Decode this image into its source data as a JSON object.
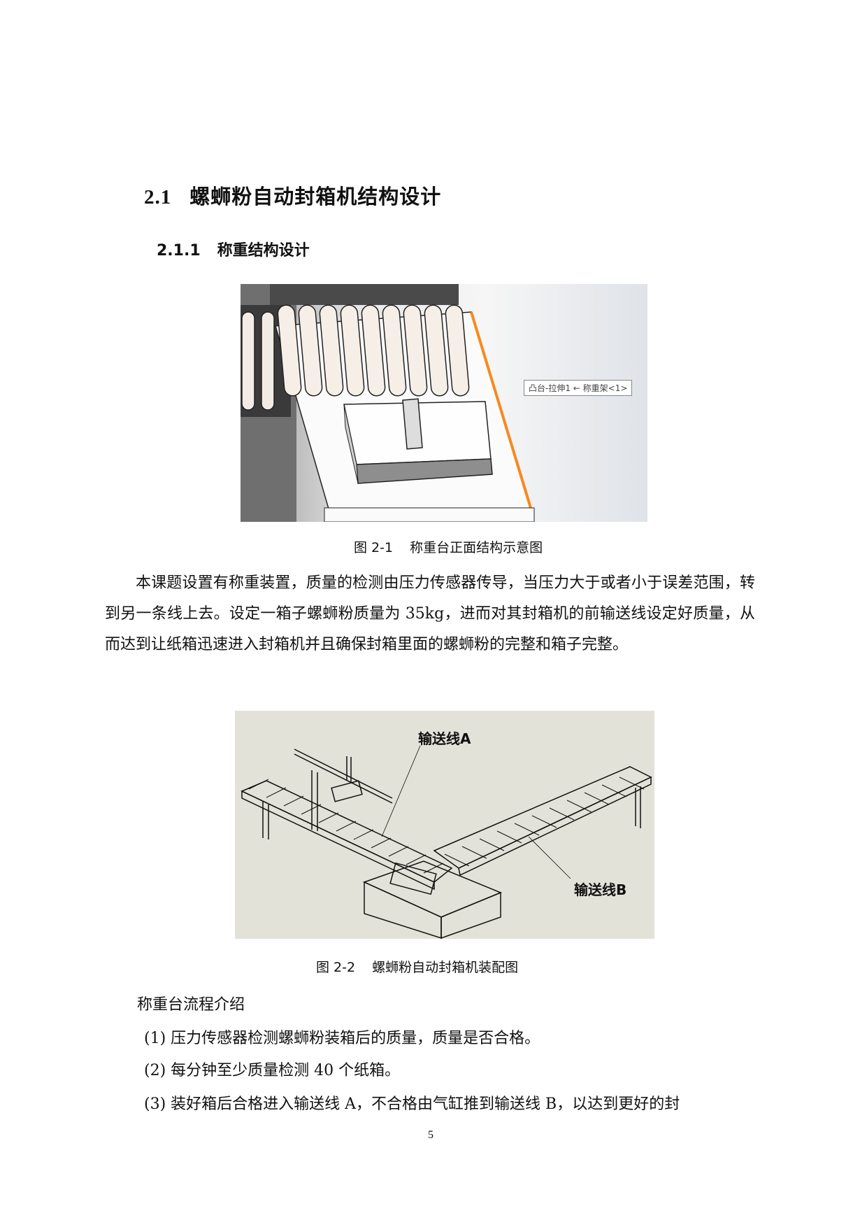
{
  "section": {
    "number": "2.1",
    "title": "螺蛳粉自动封箱机结构设计"
  },
  "subsection": {
    "number": "2.1.1",
    "title": "称重结构设计"
  },
  "figure1": {
    "tooltip": "凸台-拉伸1 ← 称重架<1>",
    "caption_label": "图 2-1",
    "caption_text": "称重台正面结构示意图"
  },
  "paragraph1": "本课题设置有称重装置，质量的检测由压力传感器传导，当压力大于或者小于误差范围，转到另一条线上去。设定一箱子螺蛳粉质量为 35kg，进而对其封箱机的前输送线设定好质量，从而达到让纸箱迅速进入封箱机并且确保封箱里面的螺蛳粉的完整和箱子完整。",
  "figure2": {
    "label_a": "输送线A",
    "label_b": "输送线B",
    "caption_label": "图 2-2",
    "caption_text": "螺蛳粉自动封箱机装配图"
  },
  "process": {
    "heading": "称重台流程介绍",
    "items": [
      "(1) 压力传感器检测螺蛳粉装箱后的质量，质量是否合格。",
      "(2) 每分钟至少质量检测 40 个纸箱。",
      "(3) 装好箱后合格进入输送线 A，不合格由气缸推到输送线 B，以达到更好的封"
    ]
  },
  "page_number": "5"
}
